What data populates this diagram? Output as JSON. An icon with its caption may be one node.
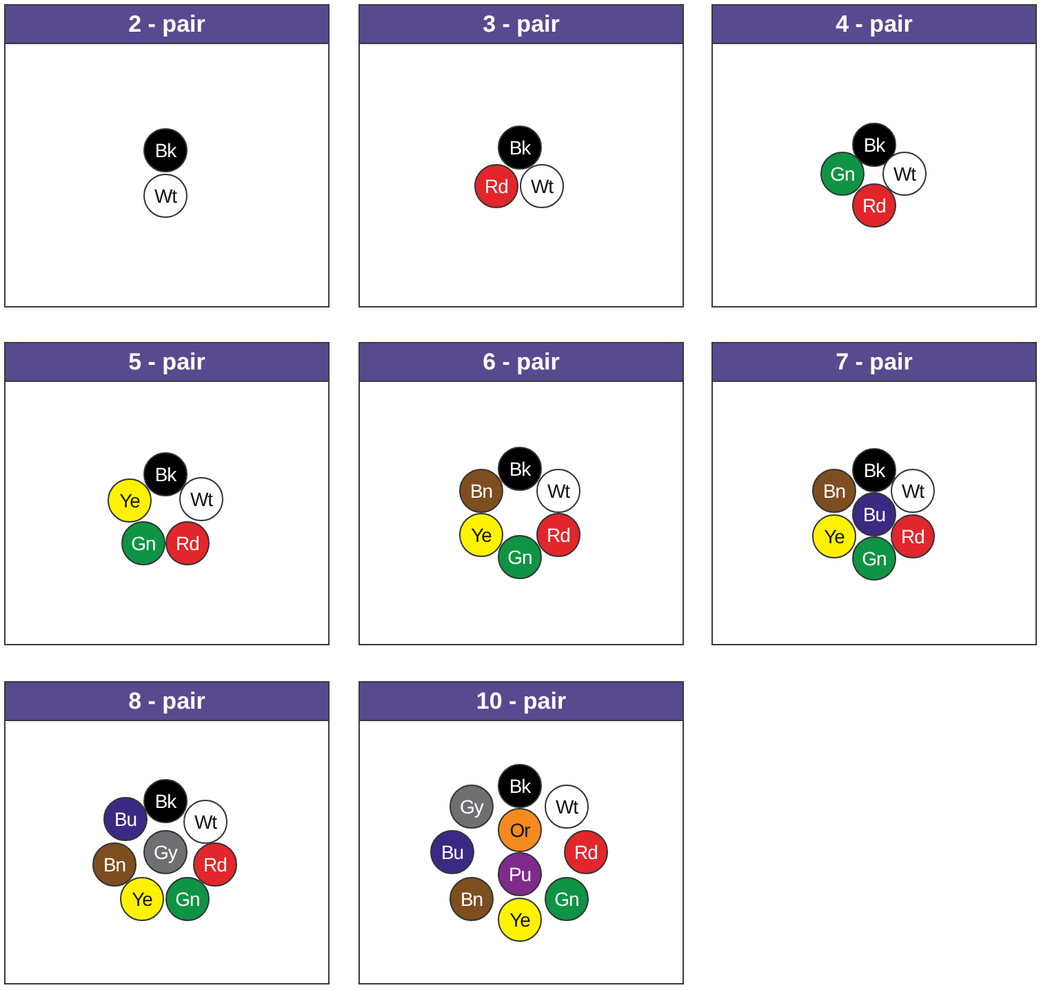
{
  "diagram": {
    "nodes": [
      {
        "text": [
          "2 - pair"
        ]
      },
      {
        "text": [
          "Bk"
        ],
        "in": 0
      },
      {
        "text": [
          "Wt"
        ],
        "in": 0
      },
      {
        "text": [
          "3 - pair"
        ]
      },
      {
        "text": [
          "Bk"
        ],
        "in": 3
      },
      {
        "text": [
          "Rd"
        ],
        "in": 3
      },
      {
        "text": [
          "Wt"
        ],
        "in": 3
      },
      {
        "text": [
          "4 - pair"
        ]
      },
      {
        "text": [
          "Bk"
        ],
        "in": 7
      },
      {
        "text": [
          "Gn"
        ],
        "in": 7
      },
      {
        "text": [
          "Wt"
        ],
        "in": 7
      },
      {
        "text": [
          "Rd"
        ],
        "in": 7
      },
      {
        "text": [
          "5 - pair"
        ]
      },
      {
        "text": [
          "Bk"
        ],
        "in": 12
      },
      {
        "text": [
          "Ye"
        ],
        "in": 12
      },
      {
        "text": [
          "Wt"
        ],
        "in": 12
      },
      {
        "text": [
          "Gn"
        ],
        "in": 12
      },
      {
        "text": [
          "Rd"
        ],
        "in": 12
      },
      {
        "text": [
          "6 - pair"
        ]
      },
      {
        "text": [
          "Bk"
        ],
        "in": 18
      },
      {
        "text": [
          "Bn"
        ],
        "in": 18
      },
      {
        "text": [
          "Wt"
        ],
        "in": 18
      },
      {
        "text": [
          "Ye"
        ],
        "in": 18
      },
      {
        "text": [
          "Rd"
        ],
        "in": 18
      },
      {
        "text": [
          "Gn"
        ],
        "in": 18
      },
      {
        "text": [
          "7 - pair"
        ]
      },
      {
        "text": [
          "Bk"
        ],
        "in": 25
      },
      {
        "text": [
          "Bn"
        ],
        "in": 25
      },
      {
        "text": [
          "Wt"
        ],
        "in": 25
      },
      {
        "text": [
          "Bu"
        ],
        "in": 25
      },
      {
        "text": [
          "Ye"
        ],
        "in": 25
      },
      {
        "text": [
          "Rd"
        ],
        "in": 25
      },
      {
        "text": [
          "Gn"
        ],
        "in": 25
      },
      {
        "text": [
          "8 - pair"
        ]
      },
      {
        "text": [
          "Bk"
        ],
        "in": 33
      },
      {
        "text": [
          "Bu"
        ],
        "in": 33
      },
      {
        "text": [
          "Wt"
        ],
        "in": 33
      },
      {
        "text": [
          "Gy"
        ],
        "in": 33
      },
      {
        "text": [
          "Bn"
        ],
        "in": 33
      },
      {
        "text": [
          "Rd"
        ],
        "in": 33
      },
      {
        "text": [
          "Ye"
        ],
        "in": 33
      },
      {
        "text": [
          "Gn"
        ],
        "in": 33
      },
      {
        "text": [
          "10 - pair"
        ]
      },
      {
        "text": [
          "Bk"
        ],
        "in": 42
      },
      {
        "text": [
          "Gy"
        ],
        "in": 42
      },
      {
        "text": [
          "Wt"
        ],
        "in": 42
      },
      {
        "text": [
          "Or"
        ],
        "in": 42
      },
      {
        "text": [
          "Bu"
        ],
        "in": 42
      },
      {
        "text": [
          "Rd"
        ],
        "in": 42
      },
      {
        "text": [
          "Pu"
        ],
        "in": 42
      },
      {
        "text": [
          "Bn"
        ],
        "in": 42
      },
      {
        "text": [
          "Gn"
        ],
        "in": 42
      },
      {
        "text": [
          "Ye"
        ],
        "in": 42
      }
    ]
  }
}
